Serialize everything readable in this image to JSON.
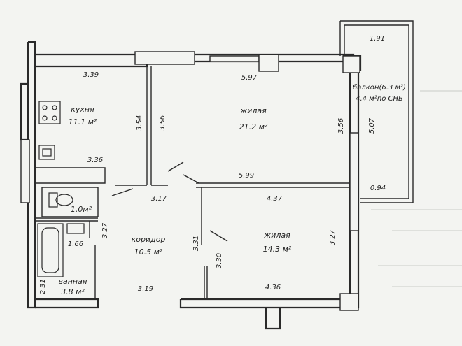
{
  "rooms": {
    "kitchen": {
      "name": "кухня",
      "area": "11.1 м²"
    },
    "living_large": {
      "name": "жилая",
      "area": "21.2 м²"
    },
    "living_small": {
      "name": "жилая",
      "area": "14.3 м²"
    },
    "corridor": {
      "name": "коридор",
      "area": "10.5 м²"
    },
    "bathroom": {
      "name": "ванная",
      "area": "3.8 м²"
    },
    "wc": {
      "area": "1.0м²"
    },
    "balcony": {
      "name": "балкон(6.3 м²)",
      "note": "4.4 м²по СНБ"
    }
  },
  "dimensions": {
    "kitchen_top": "3.39",
    "kitchen_bottom": "3.36",
    "kitchen_side_a": "3.54",
    "kitchen_side_b": "3.56",
    "living_large_top": "5.97",
    "living_large_right": "3.56",
    "living_divider": "5.99",
    "balcony_top": "1.91",
    "balcony_side": "5.07",
    "balcony_bottom": "0.94",
    "corridor_top": "3.17",
    "corridor_bottom": "3.19",
    "corridor_side": "3.27",
    "corridor_right_a": "3.31",
    "corridor_right_b": "3.30",
    "living_small_top": "4.37",
    "living_small_bottom": "4.36",
    "living_small_right": "3.27",
    "bathroom_width": "1.66",
    "bathroom_height": "2.31"
  }
}
